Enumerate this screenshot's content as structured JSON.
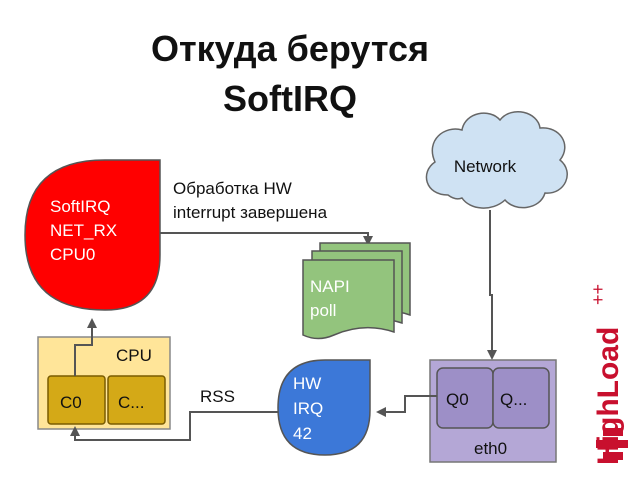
{
  "title": {
    "line1": "Откуда берутся",
    "line2": "SoftIRQ"
  },
  "softirq": {
    "line1": "SoftIRQ",
    "line2": "NET_RX",
    "line3": "CPU0"
  },
  "edge_label": {
    "line1": "Обработка HW",
    "line2": "interrupt завершена"
  },
  "napi": {
    "line1": "NAPI",
    "line2": "poll"
  },
  "network": {
    "label": "Network"
  },
  "cpu": {
    "label": "CPU",
    "core0": "C0",
    "core_more": "C..."
  },
  "rss": {
    "label": "RSS"
  },
  "hwirq": {
    "line1": "HW",
    "line2": "IRQ",
    "line3": "42"
  },
  "eth0": {
    "label": "eth0",
    "queue0": "Q0",
    "queue_more": "Q..."
  },
  "brand": {
    "name": "HighLoad",
    "suffix": "++",
    "color_bar": "#c8102e"
  },
  "colors": {
    "softirq": "#ff0000",
    "napi": "#93c47d",
    "network": "#cfe2f3",
    "cpu": "#ffe599",
    "cpu_core": "#d4a917",
    "hwirq": "#3c78d8",
    "eth0": "#b4a7d6",
    "eth0_queue": "#9d8fc7"
  }
}
